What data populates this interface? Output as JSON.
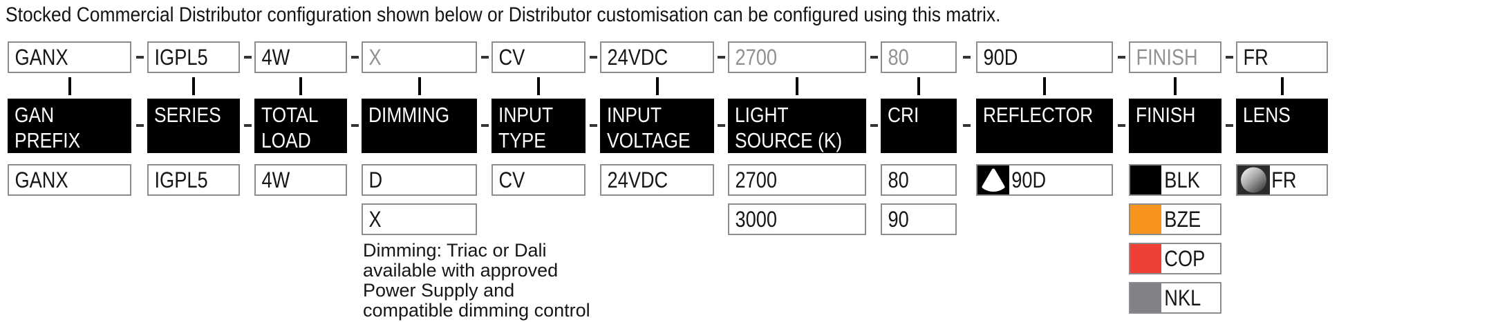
{
  "title": "Stocked Commercial Distributor configuration shown below or Distributor customisation can be configured using this matrix.",
  "colors": {
    "black_finish": "#000000",
    "bronze_finish": "#F7941D",
    "copper_finish": "#EF4036",
    "nickel_finish": "#808285",
    "muted_text": "#8F9194"
  },
  "columns": [
    {
      "id": "gan-prefix",
      "header": "GAN\nPREFIX",
      "code": "GANX",
      "muted": false,
      "options": [
        {
          "label": "GANX"
        }
      ]
    },
    {
      "id": "series",
      "header": "SERIES",
      "code": "IGPL5",
      "muted": false,
      "options": [
        {
          "label": "IGPL5"
        }
      ]
    },
    {
      "id": "total-load",
      "header": "TOTAL\nLOAD",
      "code": "4W",
      "muted": false,
      "options": [
        {
          "label": "4W"
        }
      ]
    },
    {
      "id": "dimming",
      "header": "DIMMING",
      "code": "X",
      "muted": true,
      "options": [
        {
          "label": "D"
        },
        {
          "label": "X"
        }
      ],
      "note": "Dimming: Triac or Dali\navailable with approved\nPower Supply and\ncompatible dimming control"
    },
    {
      "id": "input-type",
      "header": "INPUT\nTYPE",
      "code": "CV",
      "muted": false,
      "options": [
        {
          "label": "CV"
        }
      ]
    },
    {
      "id": "input-voltage",
      "header": "INPUT\nVOLTAGE",
      "code": "24VDC",
      "muted": false,
      "options": [
        {
          "label": "24VDC"
        }
      ]
    },
    {
      "id": "light-source",
      "header": "LIGHT\nSOURCE (K)",
      "code": "2700",
      "muted": true,
      "options": [
        {
          "label": "2700"
        },
        {
          "label": "3000"
        }
      ]
    },
    {
      "id": "cri",
      "header": "CRI",
      "code": "80",
      "muted": true,
      "options": [
        {
          "label": "80"
        },
        {
          "label": "90"
        }
      ]
    },
    {
      "id": "reflector",
      "header": "REFLECTOR",
      "code": "90D",
      "muted": false,
      "options": [
        {
          "label": "90D",
          "icon": "reflector-beam-icon"
        }
      ]
    },
    {
      "id": "finish",
      "header": "FINISH",
      "code": "FINISH",
      "muted": true,
      "options": [
        {
          "label": "BLK",
          "swatch": "#000000"
        },
        {
          "label": "BZE",
          "swatch": "#F7941D"
        },
        {
          "label": "COP",
          "swatch": "#EF4036"
        },
        {
          "label": "NKL",
          "swatch": "#808285"
        }
      ]
    },
    {
      "id": "lens",
      "header": "LENS",
      "code": "FR",
      "muted": false,
      "options": [
        {
          "label": "FR",
          "icon": "frosted-lens-icon"
        }
      ]
    }
  ]
}
